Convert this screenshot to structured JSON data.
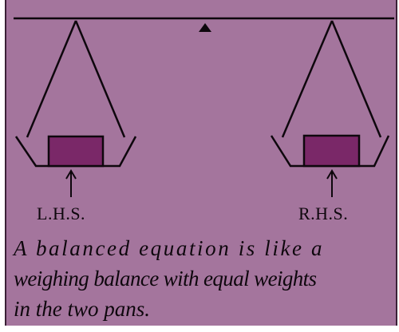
{
  "figure": {
    "lhs_label": "L.H.S.",
    "rhs_label": "R.H.S.",
    "caption": [
      "A balanced equation is like a",
      "weighing balance with equal weights",
      "in the two pans."
    ]
  },
  "colors": {
    "background": "#a4759d",
    "ink": "#0e070d",
    "weight_fill": "#7a2868"
  }
}
